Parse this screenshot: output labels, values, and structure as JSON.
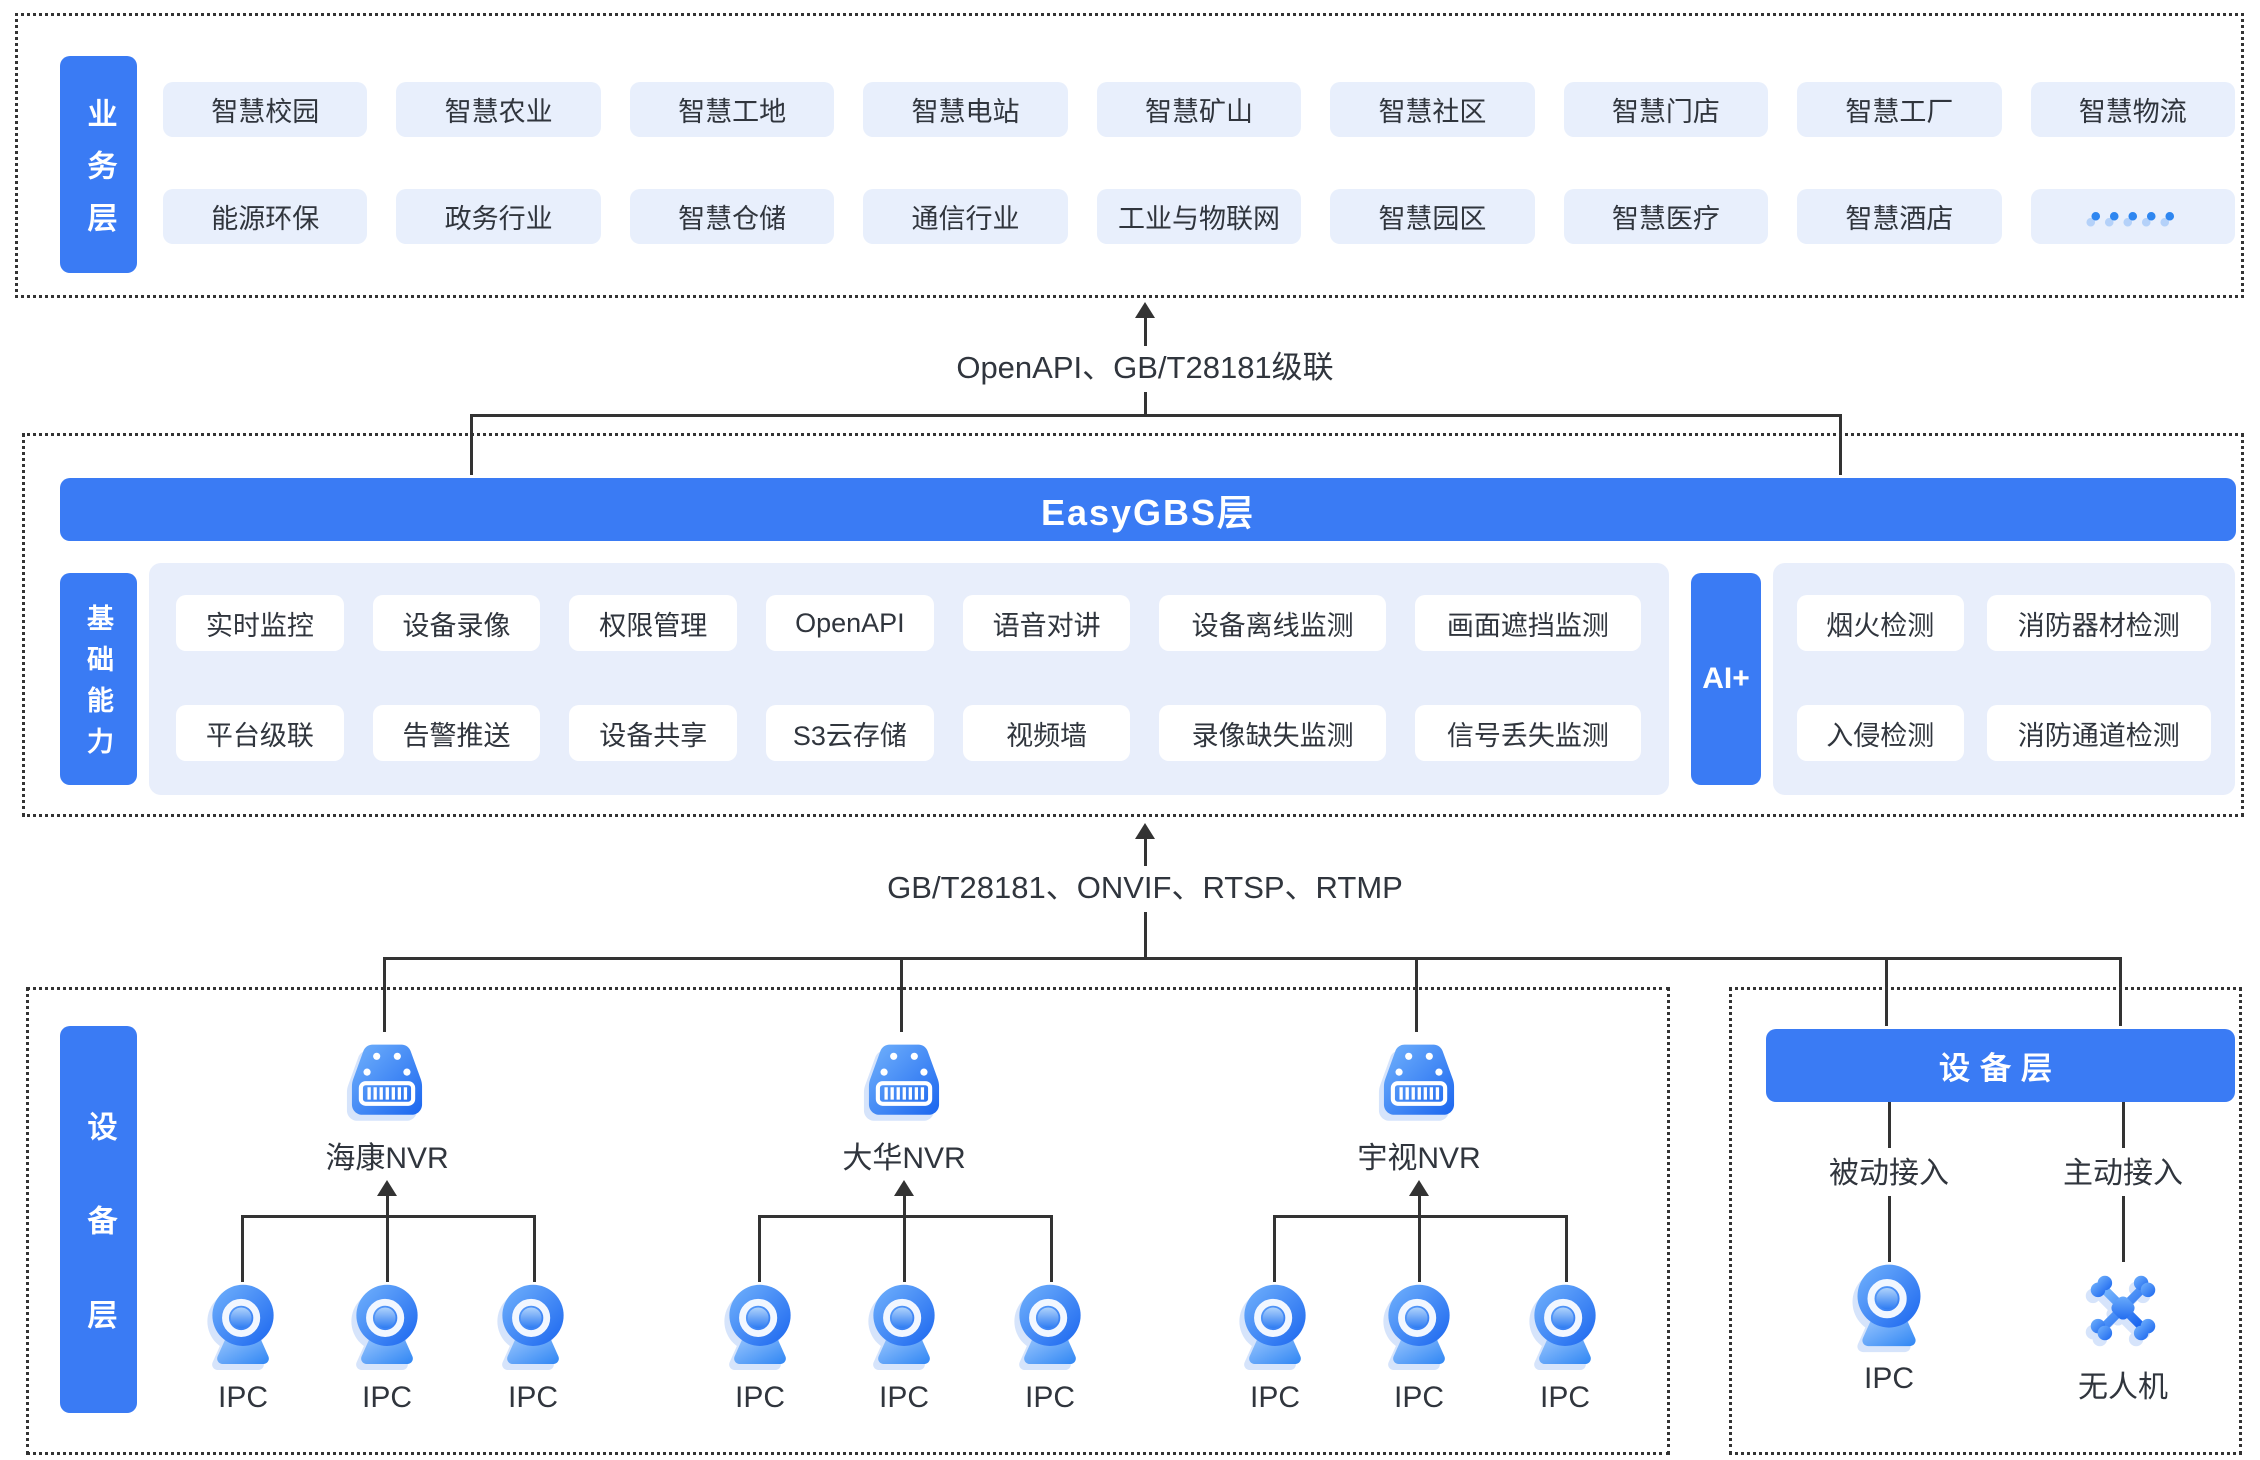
{
  "colors": {
    "primary": "#3A7BF4",
    "chip_bg": "#E8EFFC",
    "panel_bg": "#E8EEFB",
    "line": "#333333",
    "text": "#30353D",
    "dot": "#2E86F0",
    "shadow": "#D6E4FB"
  },
  "business_layer": {
    "label_vertical": "业务层",
    "row1": [
      "智慧校园",
      "智慧农业",
      "智慧工地",
      "智慧电站",
      "智慧矿山",
      "智慧社区",
      "智慧门店",
      "智慧工厂",
      "智慧物流"
    ],
    "row2": [
      "能源环保",
      "政务行业",
      "智慧仓储",
      "通信行业",
      "工业与物联网",
      "智慧园区",
      "智慧医疗",
      "智慧酒店"
    ],
    "more_label": "•••••"
  },
  "link_top": {
    "label": "OpenAPI、GB/T28181级联"
  },
  "easygbs_layer": {
    "title": "EasyGBS层",
    "base_label_vertical": "基础能力",
    "base_row1": [
      "实时监控",
      "设备录像",
      "权限管理",
      "OpenAPI",
      "语音对讲",
      "设备离线监测",
      "画面遮挡监测"
    ],
    "base_row2": [
      "平台级联",
      "告警推送",
      "设备共享",
      "S3云存储",
      "视频墙",
      "录像缺失监测",
      "信号丢失监测"
    ],
    "ai_label": "AI+",
    "ai_row1": [
      "烟火检测",
      "消防器材检测"
    ],
    "ai_row2": [
      "入侵检测",
      "消防通道检测"
    ]
  },
  "link_bottom": {
    "label": "GB/T28181、ONVIF、RTSP、RTMP"
  },
  "device_layer": {
    "label_vertical": "设备层",
    "nvr_groups": [
      {
        "name": "海康NVR",
        "cameras": [
          "IPC",
          "IPC",
          "IPC"
        ]
      },
      {
        "name": "大华NVR",
        "cameras": [
          "IPC",
          "IPC",
          "IPC"
        ]
      },
      {
        "name": "宇视NVR",
        "cameras": [
          "IPC",
          "IPC",
          "IPC"
        ]
      }
    ],
    "right_panel": {
      "title": "设备层",
      "passive": {
        "mode": "被动接入",
        "device": "IPC"
      },
      "active": {
        "mode": "主动接入",
        "device": "无人机"
      }
    }
  }
}
